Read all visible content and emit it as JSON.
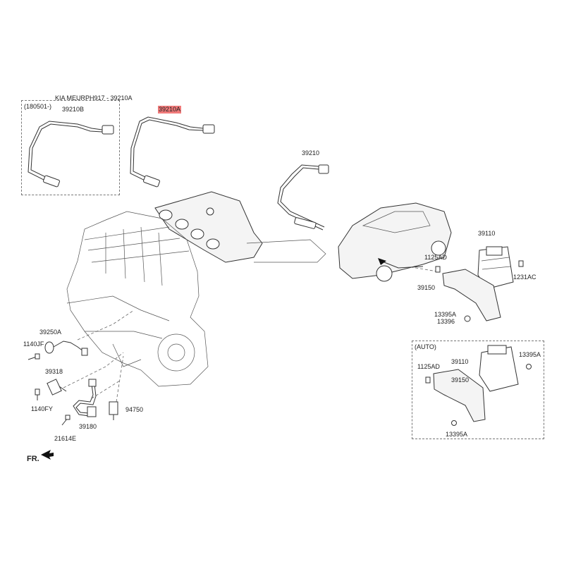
{
  "title": "KIA MEURPH917 - 39210A",
  "front_indicator": "FR.",
  "groups": {
    "date_box": "(180501-)",
    "auto_box": "(AUTO)"
  },
  "parts": {
    "p39210B": "39210B",
    "p39210A": "39210A",
    "p39210": "39210",
    "p39110": "39110",
    "p1125AD": "1125AD",
    "p1231AC": "1231AC",
    "p39150": "39150",
    "p13395A": "13395A",
    "p13396": "13396",
    "p39250A": "39250A",
    "p1140JF": "1140JF",
    "p39318": "39318",
    "p1140FY": "1140FY",
    "p94750": "94750",
    "p39180": "39180",
    "p21614E": "21614E",
    "auto_39110": "39110",
    "auto_13395A_top": "13395A",
    "auto_1125AD": "1125AD",
    "auto_39150": "39150",
    "auto_13395A_bottom": "13395A"
  },
  "highlight_color": "#f07a7a"
}
